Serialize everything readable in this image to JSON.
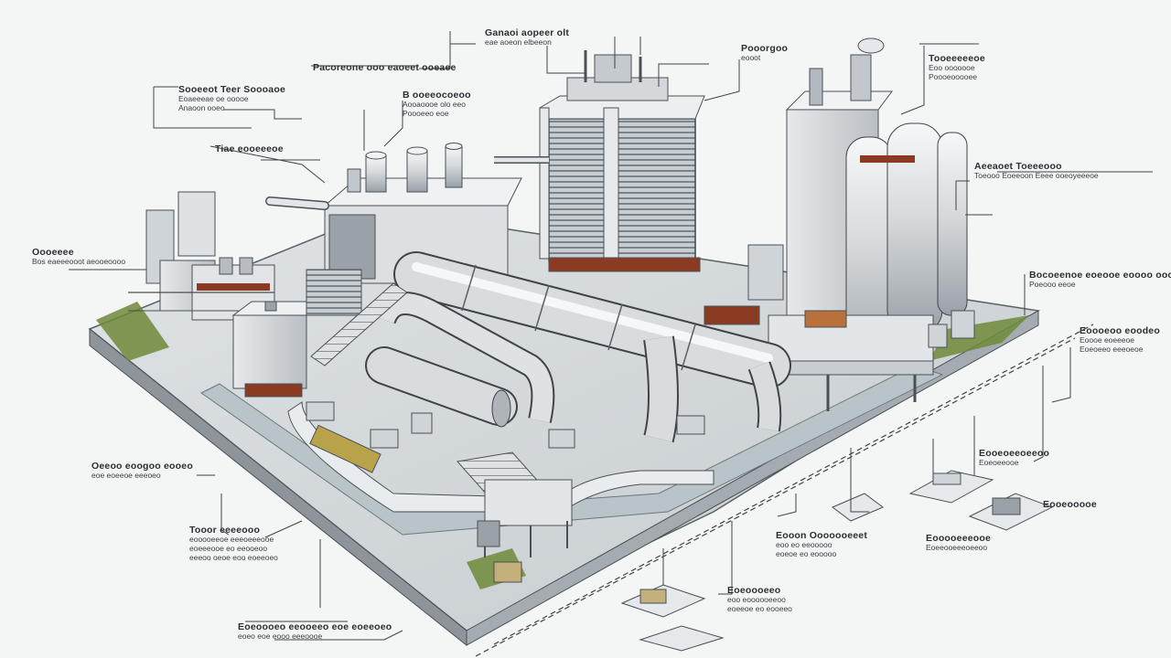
{
  "callouts": [
    {
      "id": "top-center",
      "title": "Ganaoi aopeer olt",
      "sub": "eae aoeon elbeeon"
    },
    {
      "id": "top-left",
      "title": "Pacoreone ooo eaoeet ooeaee",
      "sub": ""
    },
    {
      "id": "top-right-small",
      "title": "Pooorgoo",
      "sub": "eooot"
    },
    {
      "id": "left-1",
      "title": "Sooeeot Teer Soooaoe",
      "sub": "Eoaeeeae oe ooooe\nAnaoon ooeo"
    },
    {
      "id": "center-small",
      "title": "B ooeeocoeoo",
      "sub": "Aooaoooe olo eeo\nPoooeeo eoe"
    },
    {
      "id": "left-2",
      "title": "Tiae eooeeeoe",
      "sub": ""
    },
    {
      "id": "left-3",
      "title": "Oooeeee",
      "sub": "Bos eaeeeooot aeooeoooo"
    },
    {
      "id": "right-1",
      "title": "Tooeeeeeoe",
      "sub": "Eoo ooooooe\nPoooeooooee"
    },
    {
      "id": "right-2",
      "title": "Aeeaoet Toeeeooo",
      "sub": "Toeooo Eoeeoon Eeee ooeoyeeeoe"
    },
    {
      "id": "right-3",
      "title": "Bocoeenoe eoeooe eoooo ooooo",
      "sub": "Poeooo eeoe"
    },
    {
      "id": "right-4",
      "title": "Eoooeoo eoodeo",
      "sub": "Eoooe eoeeeoe\nEoeoeeo eeeoeoe"
    },
    {
      "id": "bottom-right-1",
      "title": "Eooeoeeoeeoo",
      "sub": "Eoeoeeooe"
    },
    {
      "id": "bottom-right-2",
      "title": "Eooeooooe",
      "sub": ""
    },
    {
      "id": "bottom-right-3",
      "title": "Eooooeeeooe",
      "sub": "Eoeeooeeeoeeoo"
    },
    {
      "id": "bottom-center-1",
      "title": "Eooon Ooooooeeet",
      "sub": "eoo eo eeooooo\neoeoe eo eooooo"
    },
    {
      "id": "bottom-center-2",
      "title": "Eoeoooeeo",
      "sub": "eoo eoooooeeoo\neoeeoe eo eooeeo"
    },
    {
      "id": "left-4",
      "title": "Oeeoo eoogoo eooeo",
      "sub": "eoe eoeeoe eeeoeo"
    },
    {
      "id": "left-5",
      "title": "Tooor eeeeooo",
      "sub": "eooooeeoe eeeoeeeooe\neoeeeooe eo eeooeoo\neeeoo oeoe eoo eoeeoeo"
    },
    {
      "id": "bottom-left",
      "title": "Eoeoooeo eeooeeo eoe eoeeoeo",
      "sub": "eoeo eoe eooo eeeoooe"
    }
  ],
  "colors": {
    "background": "#f4f5f5",
    "structure": "#d7dbde",
    "steel": "#c9ced2",
    "line": "#4a5056",
    "accent_rust": "#8a3b22",
    "grass": "#6f8a3a"
  }
}
